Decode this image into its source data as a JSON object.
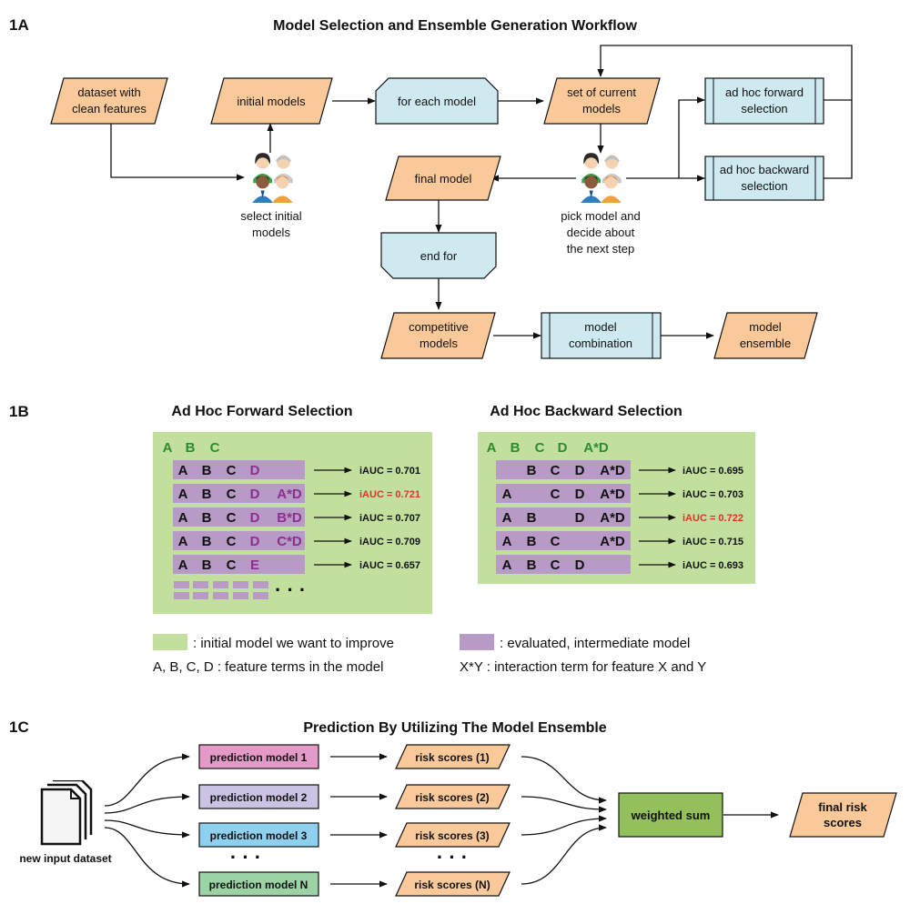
{
  "panel_a": {
    "label": "1A",
    "title": "Model Selection and Ensemble Generation Workflow",
    "dataset_line1": "dataset with",
    "dataset_line2": "clean features",
    "initial_models": "initial models",
    "for_each_model": "for each model",
    "set_current_line1": "set of current",
    "set_current_line2": "models",
    "forward_line1": "ad hoc forward",
    "forward_line2": "selection",
    "backward_line1": "ad hoc backward",
    "backward_line2": "selection",
    "final_model": "final model",
    "end_for": "end for",
    "select_line1": "select initial",
    "select_line2": "models",
    "pick_line1": "pick model and",
    "pick_line2": "decide about",
    "pick_line3": "the next step",
    "competitive_line1": "competitive",
    "competitive_line2": "models",
    "combination_line1": "model",
    "combination_line2": "combination",
    "ensemble_line1": "model",
    "ensemble_line2": "ensemble"
  },
  "panel_b": {
    "label": "1B",
    "forward": {
      "title": "Ad Hoc Forward Selection",
      "initial_terms": [
        "A",
        "B",
        "C"
      ],
      "rows": [
        {
          "terms": [
            "A",
            "B",
            "C",
            "D",
            ""
          ],
          "iauc": "iAUC = 0.701",
          "best": false
        },
        {
          "terms": [
            "A",
            "B",
            "C",
            "D",
            "A*D"
          ],
          "iauc": "iAUC = 0.721",
          "best": true
        },
        {
          "terms": [
            "A",
            "B",
            "C",
            "D",
            "B*D"
          ],
          "iauc": "iAUC = 0.707",
          "best": false
        },
        {
          "terms": [
            "A",
            "B",
            "C",
            "D",
            "C*D"
          ],
          "iauc": "iAUC = 0.709",
          "best": false
        },
        {
          "terms": [
            "A",
            "B",
            "C",
            "E",
            ""
          ],
          "iauc": "iAUC = 0.657",
          "best": false
        }
      ],
      "ellipsis": "· · ·"
    },
    "backward": {
      "title": "Ad Hoc Backward Selection",
      "initial_terms": [
        "A",
        "B",
        "C",
        "D",
        "A*D"
      ],
      "rows": [
        {
          "terms": [
            "",
            "B",
            "C",
            "D",
            "A*D"
          ],
          "iauc": "iAUC = 0.695",
          "best": false
        },
        {
          "terms": [
            "A",
            "",
            "C",
            "D",
            "A*D"
          ],
          "iauc": "iAUC = 0.703",
          "best": false
        },
        {
          "terms": [
            "A",
            "B",
            "",
            "D",
            "A*D"
          ],
          "iauc": "iAUC = 0.722",
          "best": true
        },
        {
          "terms": [
            "A",
            "B",
            "C",
            "",
            "A*D"
          ],
          "iauc": "iAUC = 0.715",
          "best": false
        },
        {
          "terms": [
            "A",
            "B",
            "C",
            "D",
            ""
          ],
          "iauc": "iAUC = 0.693",
          "best": false
        }
      ]
    },
    "legend": {
      "green_text": ": initial model we want to improve",
      "purple_text": ": evaluated, intermediate model",
      "features_text": "A, B, C, D : feature terms in the model",
      "interaction_text": "X*Y : interaction term for feature X and Y"
    }
  },
  "panel_c": {
    "label": "1C",
    "title": "Prediction By Utilizing The Model Ensemble",
    "input_label": "new input dataset",
    "models": [
      "prediction model 1",
      "prediction model 2",
      "prediction model 3",
      "prediction model N"
    ],
    "scores": [
      "risk scores (1)",
      "risk scores (2)",
      "risk scores (3)",
      "risk scores (N)"
    ],
    "ellipsis": "· · ·",
    "weighted_sum": "weighted sum",
    "final_line1": "final risk",
    "final_line2": "scores"
  },
  "colors": {
    "orange": "#f9c99a",
    "blue": "#cfe9f0",
    "green_box": "#c3df9e",
    "purple": "#b79ac6",
    "purple_text": "#8b2f8f",
    "green_text": "#2e8b2e",
    "red_text": "#e0302a",
    "pink": "#e39ac6",
    "lavender": "#cbc3e3",
    "light_blue": "#90d0ef",
    "mint": "#9bd3a4",
    "lime": "#93c05b"
  }
}
